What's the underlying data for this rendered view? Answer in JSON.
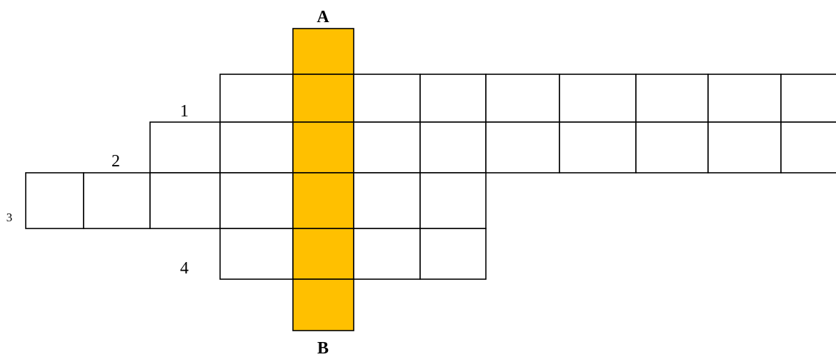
{
  "highlight_color": "#FFC000",
  "column_labels": {
    "top": "A",
    "bottom": "B"
  },
  "row_numbers": [
    "1",
    "2",
    "3",
    "4"
  ]
}
